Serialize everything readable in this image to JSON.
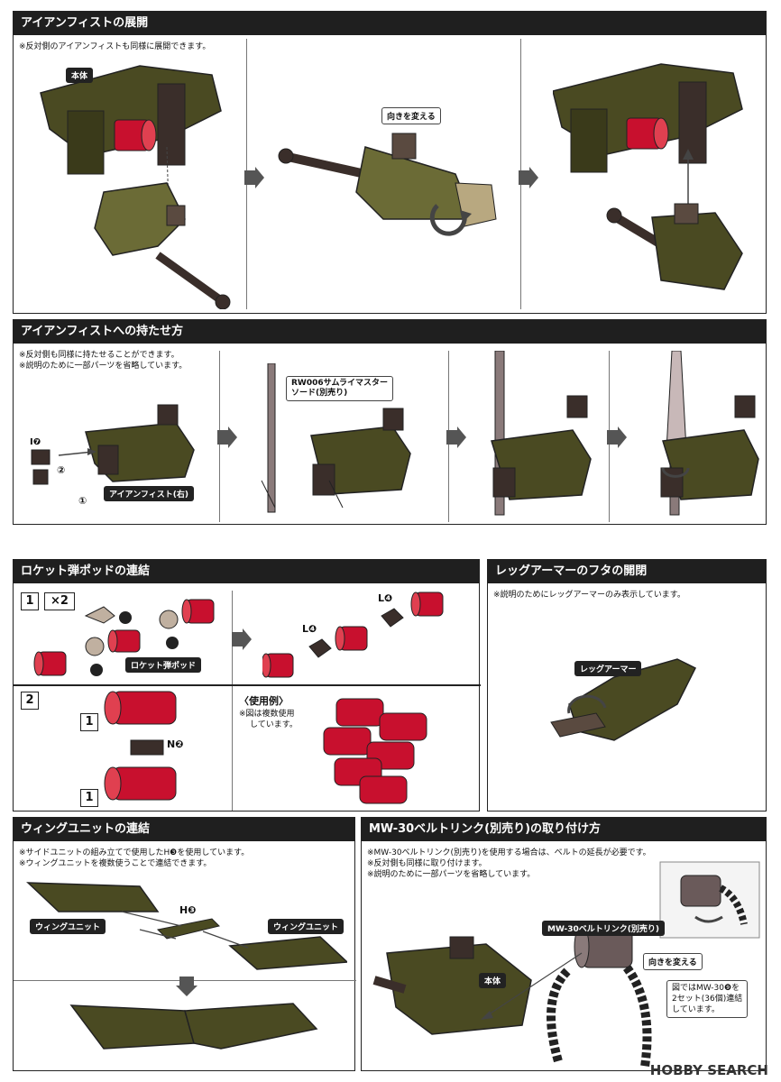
{
  "sections": {
    "fist_deploy": {
      "title": "アイアンフィストの展開",
      "note": "※反対側のアイアンフィストも同様に展開できます。",
      "label_body": "本体",
      "callout_turn": "向きを変える"
    },
    "fist_hold": {
      "title": "アイアンフィストへの持たせ方",
      "note1": "※反対側も同様に持たせることができます。",
      "note2": "※説明のために一部パーツを省略しています。",
      "part_code": "I❼",
      "step2_mark": "②",
      "step1_mark": "①",
      "callout_fist": "アイアンフィスト(右)",
      "callout_sword_1": "RW006サムライマスター",
      "callout_sword_2": "ソード(別売り)"
    },
    "rocket": {
      "title": "ロケット弾ポッドの連結",
      "step1": "1",
      "times": "×2",
      "callout_pod": "ロケット弾ポッド",
      "part_l4": "L❹",
      "step2": "2",
      "part_n2": "N❷",
      "example_title": "〈使用例〉",
      "example_note1": "※図は複数使用",
      "example_note2": "しています。"
    },
    "leg": {
      "title": "レッグアーマーのフタの開閉",
      "note": "※説明のためにレッグアーマーのみ表示しています。",
      "callout": "レッグアーマー"
    },
    "wing": {
      "title": "ウィングユニットの連結",
      "note1": "※サイドユニットの組み立てで使用したH❸を使用しています。",
      "note2": "※ウィングユニットを複数使うことで連結できます。",
      "part_h3": "H❸",
      "callout_left": "ウィングユニット",
      "callout_right": "ウィングユニット"
    },
    "belt": {
      "title": "MW-30ベルトリンク(別売り)の取り付け方",
      "note1": "※MW-30ベルトリンク(別売り)を使用する場合は、ベルトの延長が必要です。",
      "note2": "※反対側も同様に取り付けます。",
      "note3": "※説明のために一部パーツを省略しています。",
      "callout_belt": "MW-30ベルトリンク(別売り)",
      "callout_turn": "向きを変える",
      "label_body": "本体",
      "info1": "図ではMW-30❾を",
      "info2": "2セット(36個)連結",
      "info3": "しています。"
    }
  },
  "watermark": "HOBBY SEARCH",
  "colors": {
    "olive": "#4a4a22",
    "olive_light": "#6b6b36",
    "red": "#c8102e",
    "dark": "#3a2e2a",
    "arrow": "#555555"
  }
}
